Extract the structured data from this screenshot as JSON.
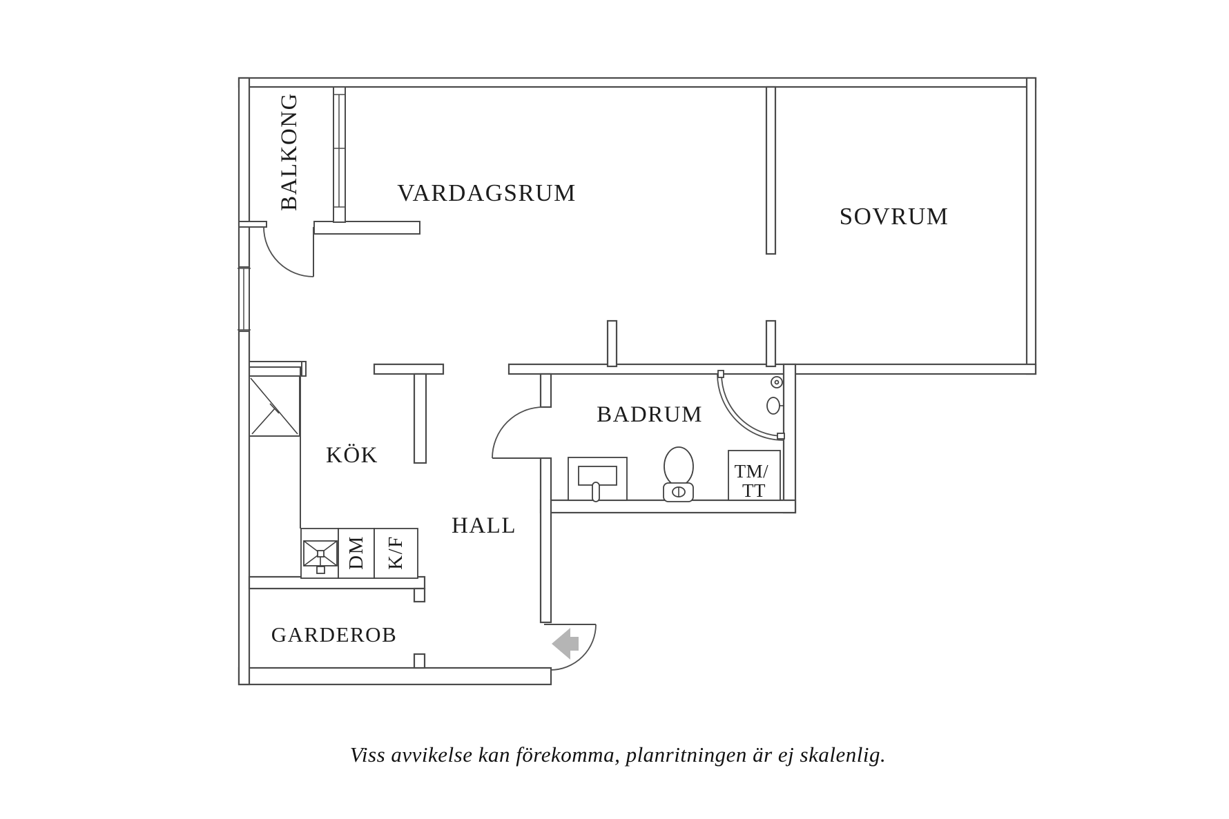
{
  "floor_plan": {
    "rooms": {
      "balkong": {
        "label": "BALKONG"
      },
      "vardagsrum": {
        "label": "VARDAGSRUM"
      },
      "sovrum": {
        "label": "SOVRUM"
      },
      "kok": {
        "label": "KÖK"
      },
      "hall": {
        "label": "HALL"
      },
      "badrum": {
        "label": "BADRUM"
      },
      "garderob": {
        "label": "GARDEROB"
      }
    },
    "appliances": {
      "dishwasher": {
        "label": "DM"
      },
      "fridge_freezer": {
        "label": "K/F"
      },
      "washer_line1": "TM/",
      "washer_line2": "TT"
    },
    "caption": "Viss avvikelse kan förekomma, planritningen är ej skalenlig.",
    "colors": {
      "wall": "#4a4a4a",
      "text": "#1c1c1c",
      "arrow": "#b5b5b5",
      "background": "#ffffff"
    }
  }
}
